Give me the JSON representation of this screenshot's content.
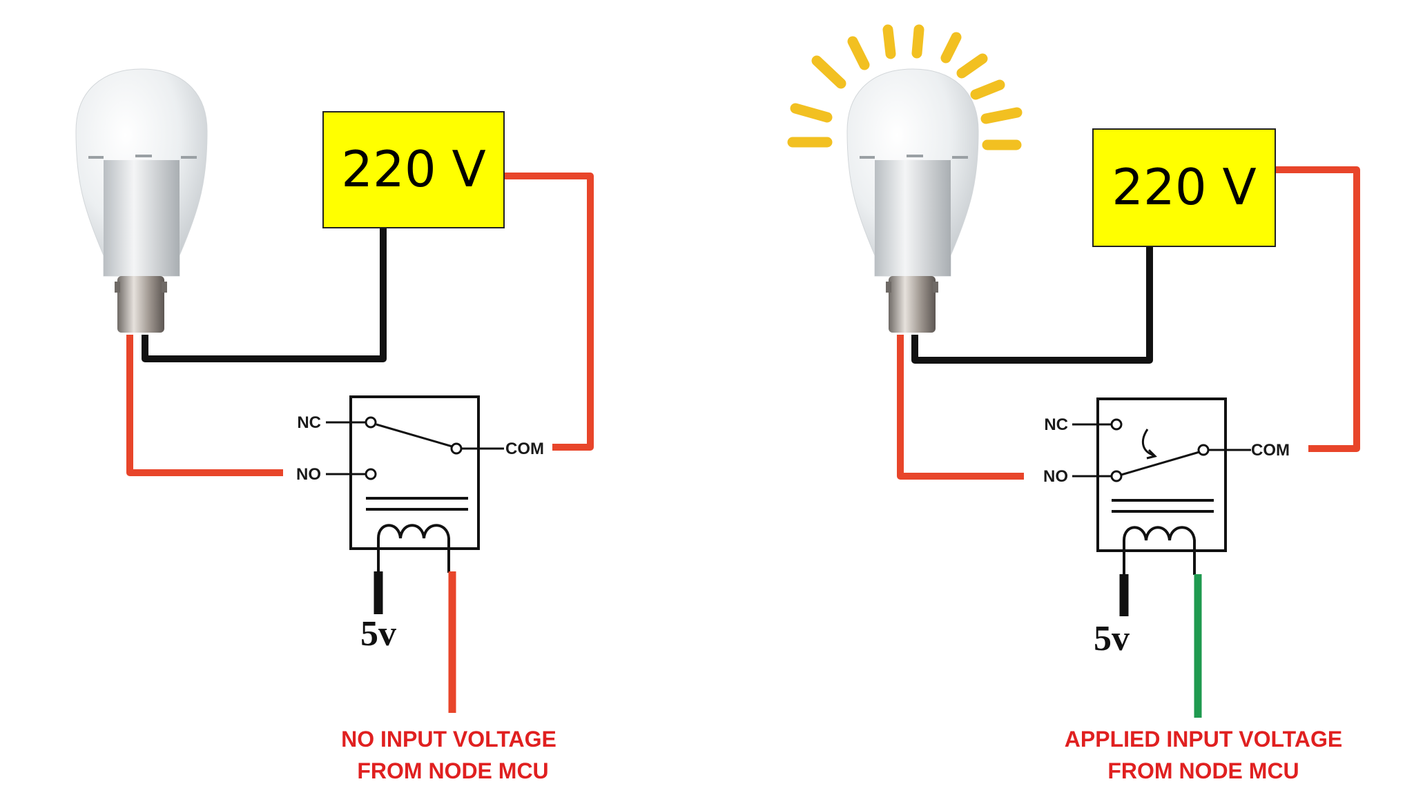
{
  "colors": {
    "supply_box": "#ffff00",
    "wire_live": "#e8452a",
    "wire_neutral": "#111111",
    "wire_signal_on": "#1f9a4f",
    "bulb_glow": "#f2c021",
    "caption": "#e02020"
  },
  "left": {
    "supply_label": "220 V",
    "relay": {
      "nc_label": "NC",
      "no_label": "NO",
      "com_label": "COM",
      "coil_supply_label": "5v"
    },
    "caption_line1": "NO INPUT VOLTAGE",
    "caption_line2": "FROM NODE MCU"
  },
  "right": {
    "supply_label": "220 V",
    "relay": {
      "nc_label": "NC",
      "no_label": "NO",
      "com_label": "COM",
      "coil_supply_label": "5v"
    },
    "caption_line1": "APPLIED INPUT VOLTAGE",
    "caption_line2": "FROM NODE MCU"
  }
}
